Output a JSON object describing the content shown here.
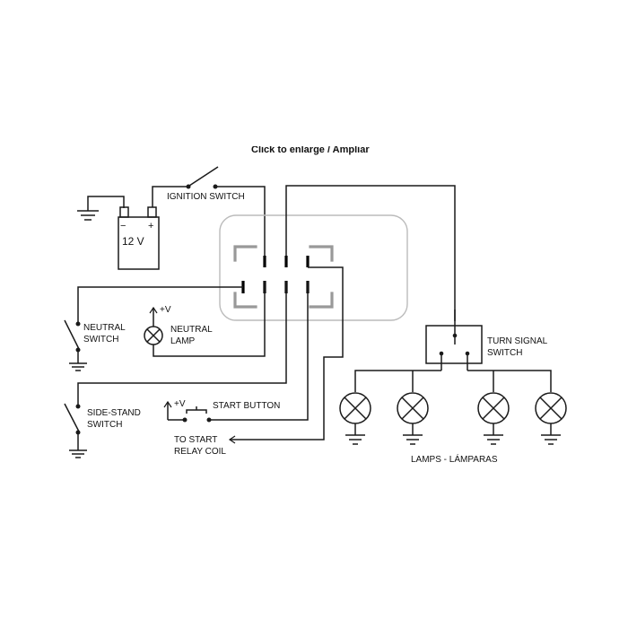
{
  "header": {
    "caption": "Click to enlarge / Ampliar"
  },
  "labels": {
    "ignition_switch": "IGNITION SWITCH",
    "battery_minus": "−",
    "battery_plus": "+",
    "battery_voltage": "12  V",
    "neutral_switch_line1": "NEUTRAL",
    "neutral_switch_line2": "SWITCH",
    "neutral_lamp_line1": "NEUTRAL",
    "neutral_lamp_line2": "LAMP",
    "plus_v_lamp": "+V",
    "side_stand_line1": "SIDE-STAND",
    "side_stand_line2": "SWITCH",
    "plus_v_start": "+V",
    "start_button": "START BUTTON",
    "to_start_line1": "TO START",
    "to_start_line2": "RELAY COIL",
    "turn_signal_line1": "TURN SIGNAL",
    "turn_signal_line2": "SWITCH",
    "lamps": "LAMPS  -  LÁMPARAS"
  },
  "colors": {
    "wire": "#1a1a1a",
    "connector_housing": "#bbbbbb",
    "connector_hooks": "#999999",
    "background": "#ffffff"
  }
}
